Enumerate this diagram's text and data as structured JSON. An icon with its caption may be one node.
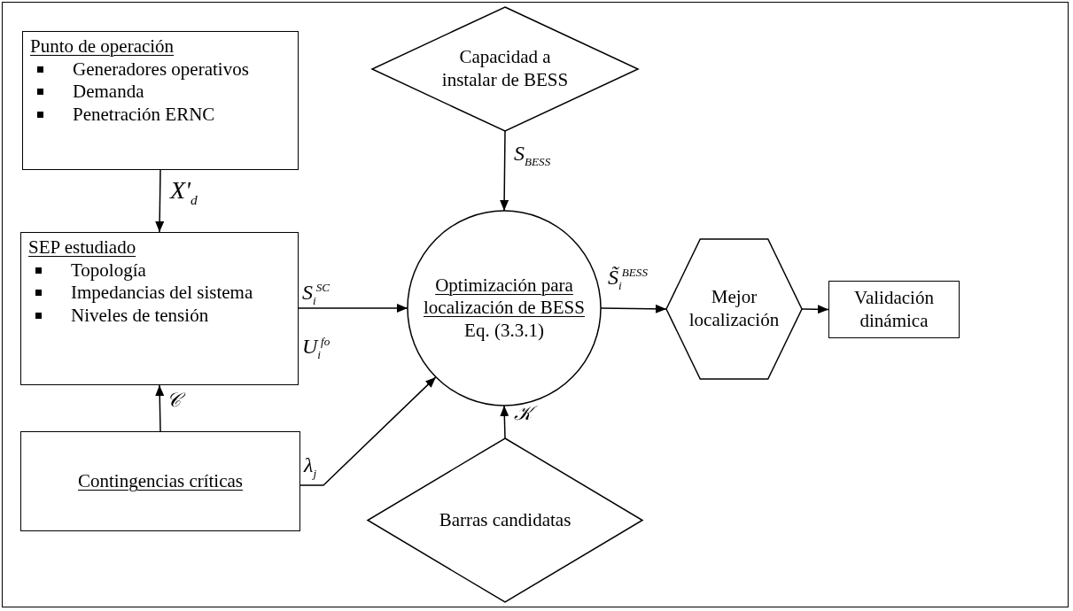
{
  "diagram": {
    "nodes": [
      {
        "text": [
          "Punto de operación",
          "Generadores operativos",
          "Demanda",
          "Penetración ERNC"
        ]
      },
      {
        "text": [
          "SEP estudiado",
          "Topología",
          "Impedancias del sistema",
          "Niveles de tensión"
        ]
      },
      {
        "text": [
          "Contingencias críticas"
        ]
      },
      {
        "text": [
          "Capacidad a instalar de BESS"
        ]
      },
      {
        "text": [
          "Optimización para localización de BESS",
          "Eq. (3.3.1)"
        ]
      },
      {
        "text": [
          "Barras candidatas"
        ]
      },
      {
        "text": [
          "Mejor localización"
        ]
      },
      {
        "text": [
          "Validación dinámica"
        ]
      }
    ],
    "edges": [
      {
        "from": 0,
        "to": 1,
        "arrow": "to",
        "label": "X'$_{d}$"
      },
      {
        "from": 3,
        "to": 4,
        "arrow": "to",
        "label": "S$_{BESS}$"
      },
      {
        "from": 1,
        "to": 4,
        "arrow": "to",
        "label": "S$_{i}$$^{SC}$ U$_{i}$$^{fo}$"
      },
      {
        "from": 2,
        "to": 1,
        "arrow": "to",
        "label": "𝒞"
      },
      {
        "from": 2,
        "to": 4,
        "arrow": "to",
        "label": "λ$_{j}$"
      },
      {
        "from": 5,
        "to": 4,
        "arrow": "to",
        "label": "𝒦"
      },
      {
        "from": 4,
        "to": 6,
        "arrow": "to",
        "label": "S̃$_{i}$$^{BESS}$"
      },
      {
        "from": 6,
        "to": 7,
        "arrow": "to"
      }
    ]
  }
}
